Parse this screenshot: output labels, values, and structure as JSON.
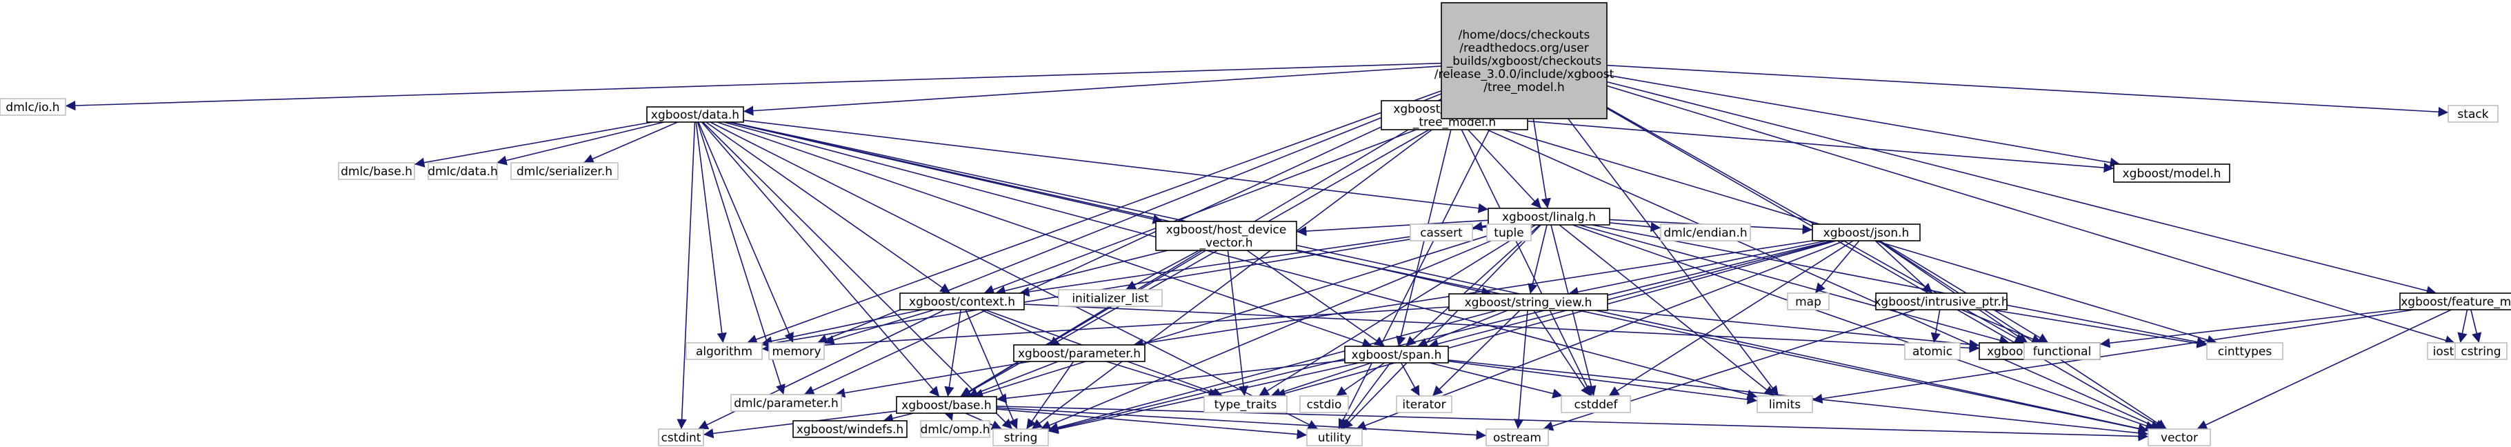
{
  "root": {
    "lines": [
      "/home/docs/checkouts",
      "/readthedocs.org/user",
      "_builds/xgboost/checkouts",
      "/release_3.0.0/include/xgboost",
      "/tree_model.h"
    ]
  },
  "nodes": {
    "io": {
      "lines": [
        "dmlc/io.h"
      ],
      "kind": "ext"
    },
    "data": {
      "lines": [
        "xgboost/data.h"
      ],
      "kind": "doc"
    },
    "mtt": {
      "lines": [
        "xgboost/multi_target",
        "_tree_model.h"
      ],
      "kind": "doc"
    },
    "model": {
      "lines": [
        "xgboost/model.h"
      ],
      "kind": "doc"
    },
    "stack": {
      "lines": [
        "stack"
      ],
      "kind": "ext"
    },
    "dbase": {
      "lines": [
        "dmlc/base.h"
      ],
      "kind": "ext"
    },
    "ddata": {
      "lines": [
        "dmlc/data.h"
      ],
      "kind": "ext"
    },
    "dser": {
      "lines": [
        "dmlc/serializer.h"
      ],
      "kind": "ext"
    },
    "linalg": {
      "lines": [
        "xgboost/linalg.h"
      ],
      "kind": "doc"
    },
    "cassert": {
      "lines": [
        "cassert"
      ],
      "kind": "ext"
    },
    "tuple": {
      "lines": [
        "tuple"
      ],
      "kind": "ext"
    },
    "endian": {
      "lines": [
        "dmlc/endian.h"
      ],
      "kind": "ext"
    },
    "hdv": {
      "lines": [
        "xgboost/host_device",
        "_vector.h"
      ],
      "kind": "doc"
    },
    "json": {
      "lines": [
        "xgboost/json.h"
      ],
      "kind": "doc"
    },
    "ilist": {
      "lines": [
        "initializer_list"
      ],
      "kind": "ext"
    },
    "context": {
      "lines": [
        "xgboost/context.h"
      ],
      "kind": "doc"
    },
    "sview": {
      "lines": [
        "xgboost/string_view.h"
      ],
      "kind": "doc"
    },
    "map": {
      "lines": [
        "map"
      ],
      "kind": "ext"
    },
    "iptr": {
      "lines": [
        "xgboost/intrusive_ptr.h"
      ],
      "kind": "doc"
    },
    "fmap": {
      "lines": [
        "xgboost/feature_map.h"
      ],
      "kind": "doc"
    },
    "algorithm": {
      "lines": [
        "algorithm"
      ],
      "kind": "ext"
    },
    "memory": {
      "lines": [
        "memory"
      ],
      "kind": "ext"
    },
    "param": {
      "lines": [
        "xgboost/parameter.h"
      ],
      "kind": "doc"
    },
    "span": {
      "lines": [
        "xgboost/span.h"
      ],
      "kind": "doc"
    },
    "logging": {
      "lines": [
        "xgboost/logging.h"
      ],
      "kind": "doc"
    },
    "atomic": {
      "lines": [
        "atomic"
      ],
      "kind": "ext"
    },
    "functional": {
      "lines": [
        "functional"
      ],
      "kind": "ext"
    },
    "cinttypes": {
      "lines": [
        "cinttypes"
      ],
      "kind": "ext"
    },
    "iostream": {
      "lines": [
        "iostream"
      ],
      "kind": "ext"
    },
    "cstring": {
      "lines": [
        "cstring"
      ],
      "kind": "ext"
    },
    "dparam": {
      "lines": [
        "dmlc/parameter.h"
      ],
      "kind": "ext"
    },
    "typetraits": {
      "lines": [
        "type_traits"
      ],
      "kind": "ext"
    },
    "cstdio": {
      "lines": [
        "cstdio"
      ],
      "kind": "ext"
    },
    "iterator": {
      "lines": [
        "iterator"
      ],
      "kind": "ext"
    },
    "cstddef": {
      "lines": [
        "cstddef"
      ],
      "kind": "ext"
    },
    "limits": {
      "lines": [
        "limits"
      ],
      "kind": "ext"
    },
    "xbase": {
      "lines": [
        "xgboost/base.h"
      ],
      "kind": "doc"
    },
    "cstdint": {
      "lines": [
        "cstdint"
      ],
      "kind": "ext"
    },
    "string": {
      "lines": [
        "string"
      ],
      "kind": "ext"
    },
    "windefs": {
      "lines": [
        "xgboost/windefs.h"
      ],
      "kind": "doc"
    },
    "omp": {
      "lines": [
        "dmlc/omp.h"
      ],
      "kind": "ext"
    },
    "utility": {
      "lines": [
        "utility"
      ],
      "kind": "ext"
    },
    "ostream": {
      "lines": [
        "ostream"
      ],
      "kind": "ext"
    },
    "vector": {
      "lines": [
        "vector"
      ],
      "kind": "ext"
    }
  },
  "edges": [
    [
      "root",
      "io"
    ],
    [
      "root",
      "data"
    ],
    [
      "root",
      "mtt"
    ],
    [
      "root",
      "model"
    ],
    [
      "root",
      "stack"
    ],
    [
      "root",
      "linalg"
    ],
    [
      "root",
      "fmap"
    ],
    [
      "root",
      "memory"
    ],
    [
      "root",
      "algorithm"
    ],
    [
      "root",
      "logging"
    ],
    [
      "root",
      "limits"
    ],
    [
      "root",
      "cstring"
    ],
    [
      "root",
      "vector"
    ],
    [
      "root",
      "string"
    ],
    [
      "root",
      "xbase"
    ],
    [
      "root",
      "dparam"
    ],
    [
      "root",
      "utility"
    ],
    [
      "data",
      "dbase"
    ],
    [
      "data",
      "ddata"
    ],
    [
      "data",
      "dser"
    ],
    [
      "data",
      "linalg"
    ],
    [
      "data",
      "hdv"
    ],
    [
      "data",
      "context"
    ],
    [
      "data",
      "sview"
    ],
    [
      "data",
      "span"
    ],
    [
      "data",
      "algorithm"
    ],
    [
      "data",
      "memory"
    ],
    [
      "data",
      "xbase"
    ],
    [
      "data",
      "string"
    ],
    [
      "data",
      "utility"
    ],
    [
      "data",
      "vector"
    ],
    [
      "data",
      "limits"
    ],
    [
      "data",
      "cstdint"
    ],
    [
      "data",
      "dparam"
    ],
    [
      "mtt",
      "linalg"
    ],
    [
      "mtt",
      "model"
    ],
    [
      "mtt",
      "context"
    ],
    [
      "mtt",
      "span"
    ],
    [
      "mtt",
      "cinttypes"
    ],
    [
      "mtt",
      "vector"
    ],
    [
      "mtt",
      "cstddef"
    ],
    [
      "mtt",
      "xbase"
    ],
    [
      "linalg",
      "cassert"
    ],
    [
      "linalg",
      "tuple"
    ],
    [
      "linalg",
      "endian"
    ],
    [
      "linalg",
      "hdv"
    ],
    [
      "linalg",
      "json"
    ],
    [
      "linalg",
      "context"
    ],
    [
      "linalg",
      "sview"
    ],
    [
      "linalg",
      "span"
    ],
    [
      "linalg",
      "algorithm"
    ],
    [
      "linalg",
      "cstddef"
    ],
    [
      "linalg",
      "cinttypes"
    ],
    [
      "linalg",
      "limits"
    ],
    [
      "linalg",
      "string"
    ],
    [
      "linalg",
      "utility"
    ],
    [
      "linalg",
      "vector"
    ],
    [
      "linalg",
      "xbase"
    ],
    [
      "linalg",
      "logging"
    ],
    [
      "linalg",
      "typetraits"
    ],
    [
      "hdv",
      "ilist"
    ],
    [
      "hdv",
      "context"
    ],
    [
      "hdv",
      "span"
    ],
    [
      "hdv",
      "typetraits"
    ],
    [
      "hdv",
      "vector"
    ],
    [
      "hdv",
      "xbase"
    ],
    [
      "json",
      "map"
    ],
    [
      "json",
      "iptr"
    ],
    [
      "json",
      "sview"
    ],
    [
      "json",
      "logging"
    ],
    [
      "json",
      "param"
    ],
    [
      "json",
      "functional"
    ],
    [
      "json",
      "string"
    ],
    [
      "json",
      "utility"
    ],
    [
      "json",
      "vector"
    ],
    [
      "json",
      "typetraits"
    ],
    [
      "json",
      "cstddef"
    ],
    [
      "json",
      "span"
    ],
    [
      "context",
      "algorithm"
    ],
    [
      "context",
      "memory"
    ],
    [
      "context",
      "param"
    ],
    [
      "context",
      "string"
    ],
    [
      "context",
      "xbase"
    ],
    [
      "context",
      "typetraits"
    ],
    [
      "context",
      "cstdint"
    ],
    [
      "context",
      "logging"
    ],
    [
      "sview",
      "span"
    ],
    [
      "sview",
      "algorithm"
    ],
    [
      "sview",
      "iterator"
    ],
    [
      "sview",
      "cstddef"
    ],
    [
      "sview",
      "string"
    ],
    [
      "sview",
      "ostream"
    ],
    [
      "sview",
      "logging"
    ],
    [
      "iptr",
      "atomic"
    ],
    [
      "iptr",
      "functional"
    ],
    [
      "iptr",
      "ostream"
    ],
    [
      "iptr",
      "cinttypes"
    ],
    [
      "fmap",
      "logging"
    ],
    [
      "fmap",
      "iostream"
    ],
    [
      "fmap",
      "cstring"
    ],
    [
      "fmap",
      "vector"
    ],
    [
      "fmap",
      "limits"
    ],
    [
      "param",
      "dparam"
    ],
    [
      "param",
      "xbase"
    ],
    [
      "param",
      "string"
    ],
    [
      "param",
      "typetraits"
    ],
    [
      "span",
      "xbase"
    ],
    [
      "span",
      "cstdio"
    ],
    [
      "span",
      "iterator"
    ],
    [
      "span",
      "cstddef"
    ],
    [
      "span",
      "limits"
    ],
    [
      "span",
      "typetraits"
    ],
    [
      "span",
      "utility"
    ],
    [
      "span",
      "vector"
    ],
    [
      "span",
      "string"
    ],
    [
      "xbase",
      "windefs"
    ],
    [
      "xbase",
      "omp"
    ],
    [
      "xbase",
      "cstdint"
    ],
    [
      "xbase",
      "string"
    ],
    [
      "xbase",
      "utility"
    ],
    [
      "xbase",
      "vector"
    ],
    [
      "xbase",
      "ostream"
    ]
  ]
}
